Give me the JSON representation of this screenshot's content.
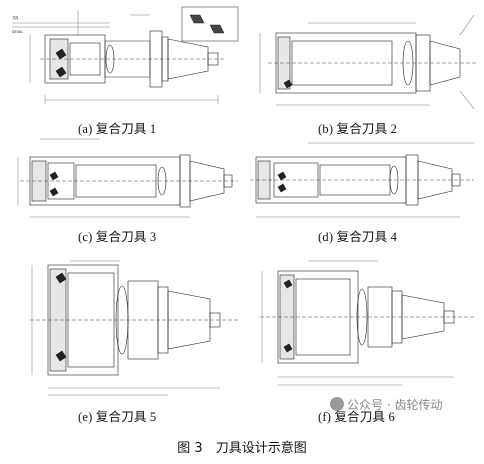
{
  "panels": [
    {
      "caption": "(a) 复合刀具 1"
    },
    {
      "caption": "(b) 复合刀具 2"
    },
    {
      "caption": "(c) 复合刀具 3"
    },
    {
      "caption": "(d) 复合刀具 4"
    },
    {
      "caption": "(e) 复合刀具 5"
    },
    {
      "caption": "(f) 复合刀具 6"
    }
  ],
  "figure_caption": "图 3　刀具设计示意图",
  "watermark": "公众号 · 齿轮传动"
}
